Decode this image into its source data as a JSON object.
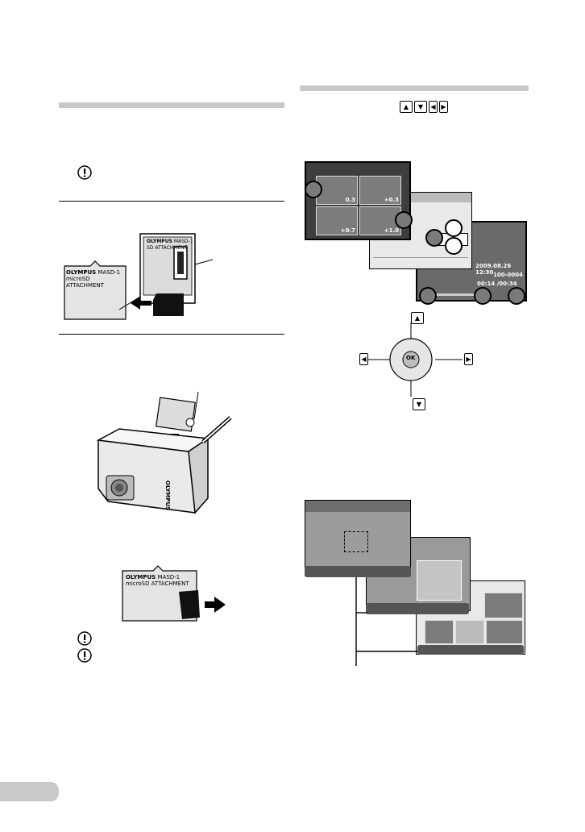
{
  "left_column": {
    "card_label": {
      "brand": "OLYMPUS",
      "model": "MASD-1",
      "attachment": "microSD ATTACHMENT"
    },
    "card_label_zoom": {
      "brand": "OLYMPUS",
      "model": "MASD-1",
      "attachment": "SD ATTACHMENT"
    },
    "camera_brand": "OLYMPUS",
    "removal_label": {
      "brand": "OLYMPUS",
      "model": "MASD-1",
      "attachment": "microSD ATTACHMENT"
    }
  },
  "right_column": {
    "button_symbols": [
      "▲",
      "▼",
      "◀",
      "▶"
    ],
    "playback_screen": {
      "datetime": "2009.08.26 12:30",
      "file_number": "100-0004",
      "counter": "00:14 /00:34",
      "thumb_values": [
        "0.3",
        "+0.3",
        "+0.7",
        "+1.0"
      ]
    },
    "dial": {
      "center_label": "OK"
    },
    "direction_labels": [
      "▲",
      "◀",
      "▶",
      "▼"
    ]
  },
  "colors": {
    "rule": "#c8c8c8",
    "screen": "#3e3e3e",
    "page_tab": "#c9c9c9"
  }
}
